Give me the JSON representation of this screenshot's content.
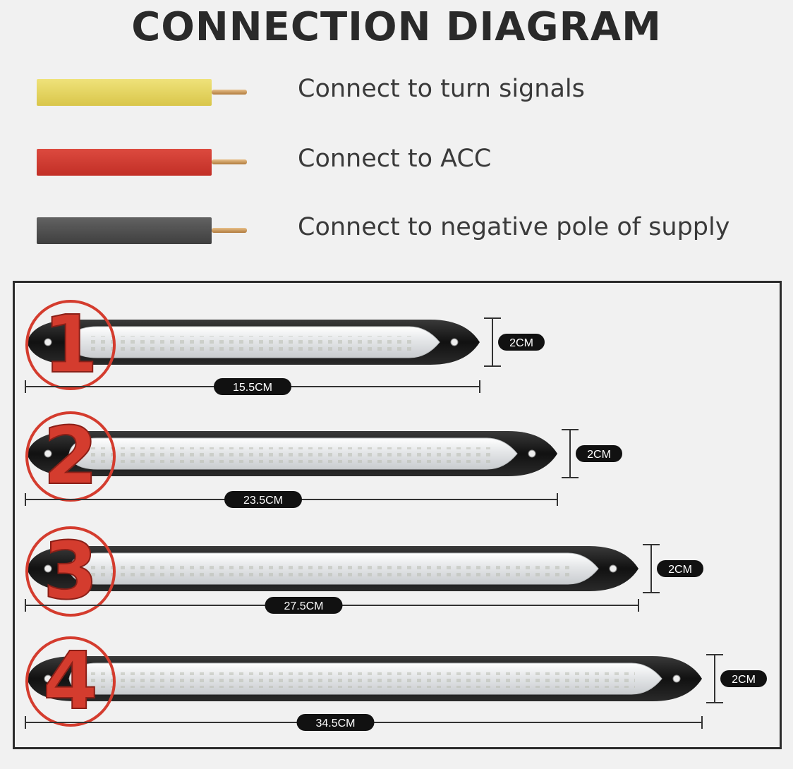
{
  "title": "CONNECTION DIAGRAM",
  "wires": [
    {
      "color": "#e6d45e",
      "label": "Connect to turn signals"
    },
    {
      "color": "#d2392f",
      "label": "Connect to ACC"
    },
    {
      "color": "#525252",
      "label": "Connect to negative pole of supply"
    }
  ],
  "strips": [
    {
      "number": "1",
      "length": "15.5CM",
      "width": "2CM"
    },
    {
      "number": "2",
      "length": "23.5CM",
      "width": "2CM"
    },
    {
      "number": "3",
      "length": "27.5CM",
      "width": "2CM"
    },
    {
      "number": "4",
      "length": "34.5CM",
      "width": "2CM"
    }
  ],
  "accent_color": "#d43c2e"
}
